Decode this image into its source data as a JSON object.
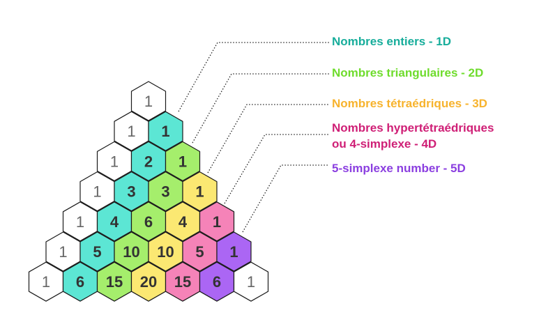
{
  "colors": {
    "white": "#ffffff",
    "teal": "#5ce6d4",
    "green": "#a5ee6c",
    "yellow": "#fbe872",
    "pink": "#f583b8",
    "purple": "#ab66f4",
    "text_dark": "#333333",
    "text_light": "#666666"
  },
  "rows": [
    [
      "1"
    ],
    [
      "1",
      "1"
    ],
    [
      "1",
      "2",
      "1"
    ],
    [
      "1",
      "3",
      "3",
      "1"
    ],
    [
      "1",
      "4",
      "6",
      "4",
      "1"
    ],
    [
      "1",
      "5",
      "10",
      "10",
      "5",
      "1"
    ],
    [
      "1",
      "6",
      "15",
      "20",
      "15",
      "6",
      "1"
    ]
  ],
  "labels": {
    "l1": "Nombres entiers - 1D",
    "l2": "Nombres triangulaires - 2D",
    "l3": "Nombres tétraédriques - 3D",
    "l4a": "Nombres hypertétraédriques",
    "l4b": "ou 4-simplexe - 4D",
    "l5": "5-simplexe number - 5D"
  },
  "label_colors": {
    "l1": "#17ad9b",
    "l2": "#6fdc2d",
    "l3": "#f7b32d",
    "l4": "#cf1f76",
    "l5": "#8b3fe0"
  }
}
